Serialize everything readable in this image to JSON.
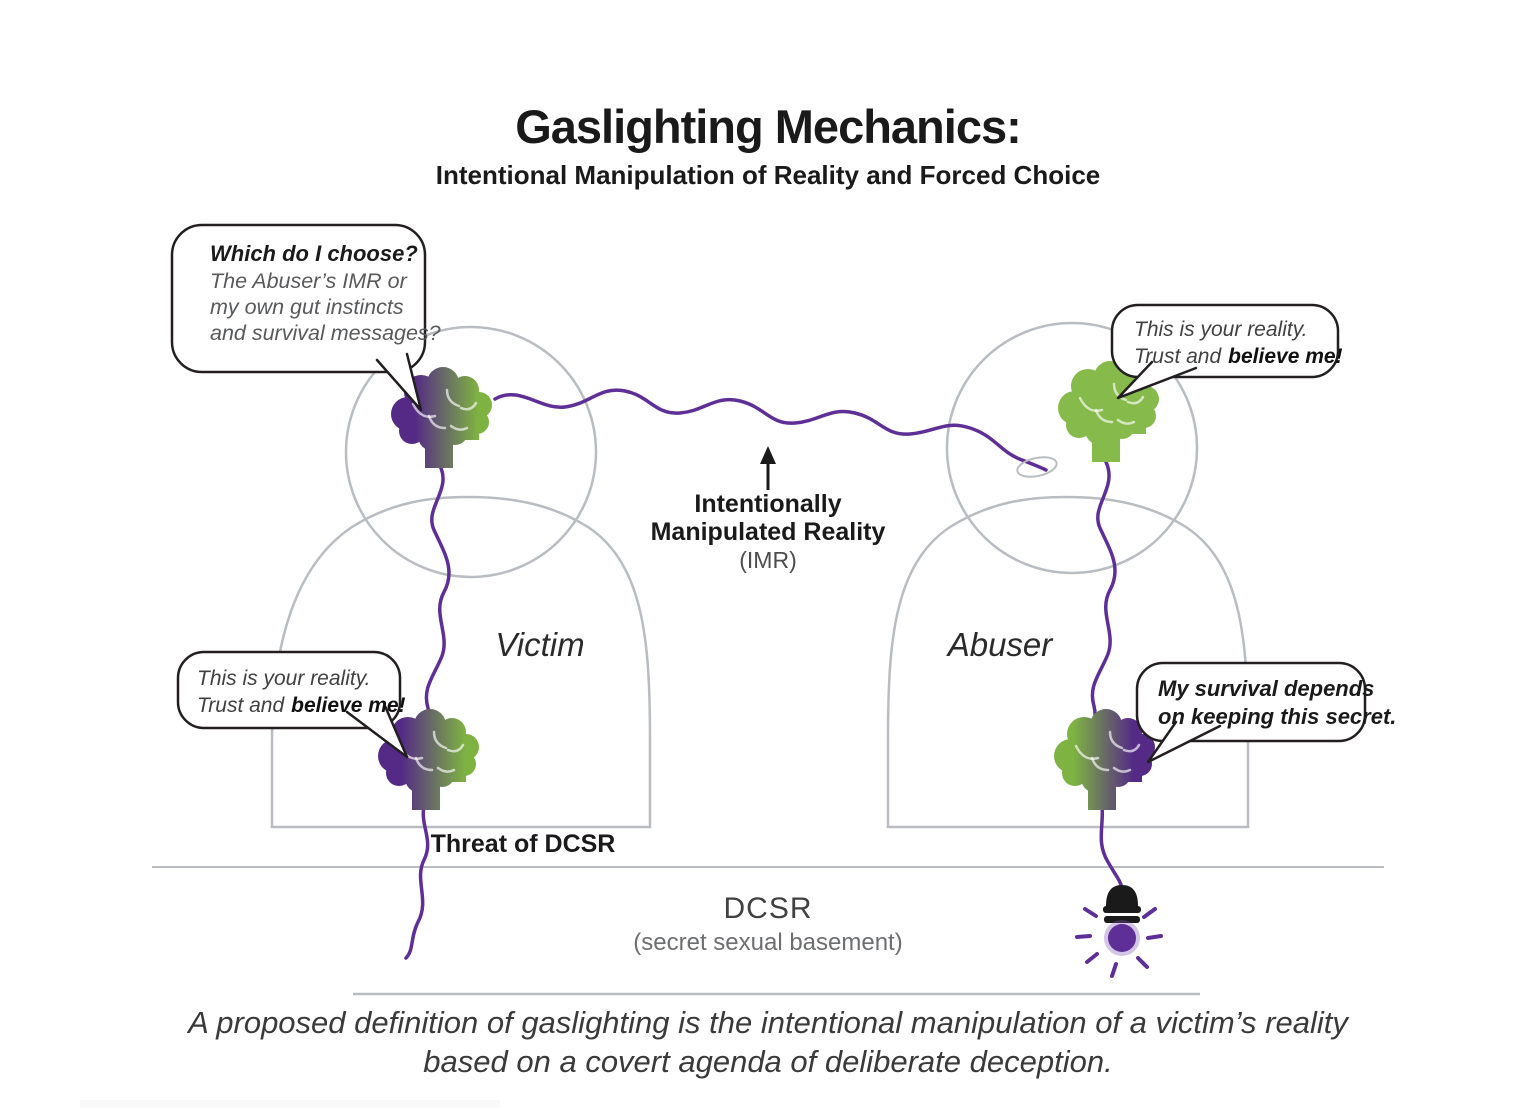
{
  "title": "Gaslighting Mechanics:",
  "subtitle": "Intentional Manipulation of Reality and Forced Choice",
  "colors": {
    "brain_purple": "#542a86",
    "brain_green": "#7eb342",
    "abuser_brain_green": "#86ba4a",
    "cord_purple": "#5e2f96",
    "outline_gray": "#b9bdc1",
    "ink": "#231f20",
    "bulb_glow": "#8259b5"
  },
  "victim": {
    "label": "Victim",
    "head_bubble": {
      "line1": "Which do I choose?",
      "line2": "The Abuser’s IMR or",
      "line3": "my own gut instincts",
      "line4": "and survival messages?"
    },
    "gut_bubble": {
      "line1": "This is your reality.",
      "line2_regular": "Trust and",
      "line2_bold": "believe me!"
    }
  },
  "abuser": {
    "label": "Abuser",
    "head_bubble": {
      "line1": "This is your reality.",
      "line2_regular": "Trust and",
      "line2_bold": "believe me!"
    },
    "gut_bubble": {
      "line1": "My survival depends",
      "line2": "on keeping this secret."
    }
  },
  "imr_label": {
    "line1": "Intentionally",
    "line2": "Manipulated Reality",
    "line3": "(IMR)"
  },
  "threat_label": "Threat of DCSR",
  "basement": {
    "title": "DCSR",
    "subtitle": "(secret sexual basement)"
  },
  "caption": {
    "line1": "A proposed definition of gaslighting is the intentional manipulation of a victim’s reality",
    "line2": "based on a covert agenda of deliberate deception."
  }
}
